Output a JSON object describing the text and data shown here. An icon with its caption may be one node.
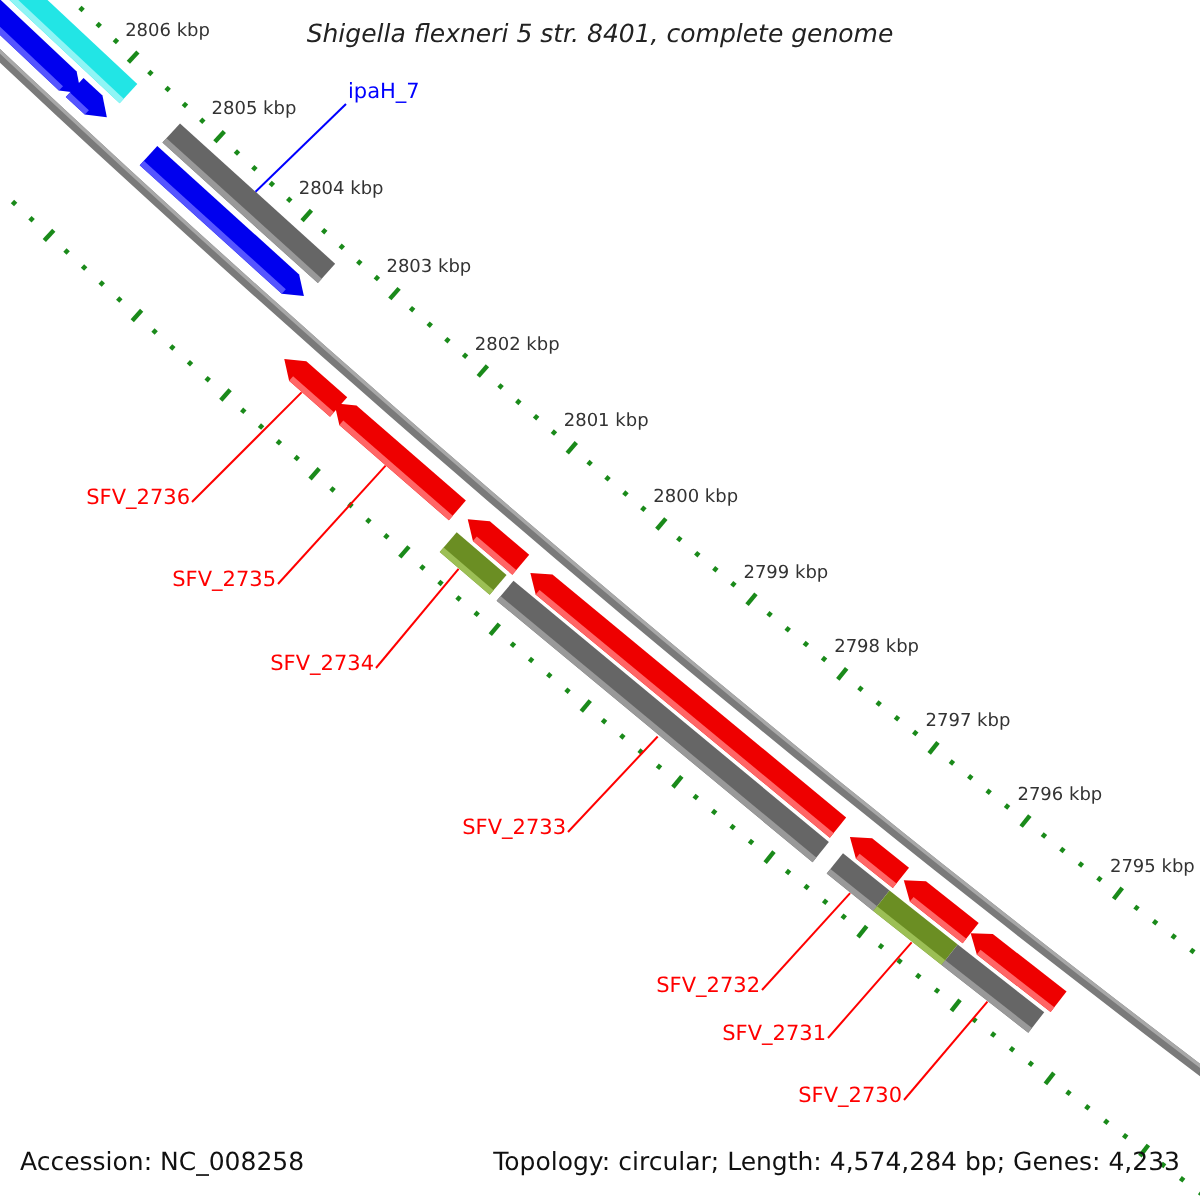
{
  "diagram": {
    "title": "Shigella flexneri 5 str. 8401, complete genome",
    "nodes": [
      {
        "text": [
          "ipaH_7"
        ]
      },
      {
        "text": [
          "SFV_2736"
        ]
      },
      {
        "text": [
          "SFV_2735"
        ]
      },
      {
        "text": [
          "SFV_2734"
        ]
      },
      {
        "text": [
          "SFV_2733"
        ]
      },
      {
        "text": [
          "SFV_2732"
        ]
      },
      {
        "text": [
          "SFV_2731"
        ]
      },
      {
        "text": [
          "SFV_2730"
        ]
      },
      {
        "text": [],
        "shape": "arrow"
      },
      {
        "text": [],
        "shape": "bar"
      },
      {
        "text": [],
        "shape": "arrow"
      },
      {
        "text": [],
        "shape": "arrow"
      },
      {
        "text": [],
        "shape": "bar"
      },
      {
        "text": [],
        "shape": "arrow"
      },
      {
        "text": [],
        "shape": "arrow"
      },
      {
        "text": [],
        "shape": "bar"
      },
      {
        "text": [],
        "shape": "arrow"
      },
      {
        "text": [],
        "shape": "bar"
      },
      {
        "text": [],
        "shape": "arrow"
      },
      {
        "text": [],
        "shape": "bar"
      },
      {
        "text": [],
        "shape": "arrow"
      },
      {
        "text": [],
        "shape": "bar"
      },
      {
        "text": [],
        "shape": "arrow"
      },
      {
        "text": [],
        "shape": "bar"
      },
      {
        "text": [],
        "shape": "arrow"
      }
    ],
    "edges": [
      {
        "from": 0,
        "to": 12,
        "arrow": "none",
        "color": "#0000ff"
      },
      {
        "from": 1,
        "to": 13,
        "arrow": "none"
      },
      {
        "from": 2,
        "to": 14,
        "arrow": "none"
      },
      {
        "from": 3,
        "to": 15,
        "arrow": "none"
      },
      {
        "from": 4,
        "to": 17,
        "arrow": "none"
      },
      {
        "from": 5,
        "to": 19,
        "arrow": "none"
      },
      {
        "from": 6,
        "to": 21,
        "arrow": "none"
      },
      {
        "from": 7,
        "to": 23,
        "arrow": "none"
      }
    ],
    "labels": [
      "2806 kbp",
      "2805 kbp",
      "2804 kbp",
      "2803 kbp",
      "2802 kbp",
      "2801 kbp",
      "2800 kbp",
      "2799 kbp",
      "2798 kbp",
      "2797 kbp",
      "2796 kbp",
      "2795 kbp",
      "Accession: NC_008258",
      "Topology: circular; Length: 4,574,284 bp; Genes: 4,233"
    ]
  }
}
